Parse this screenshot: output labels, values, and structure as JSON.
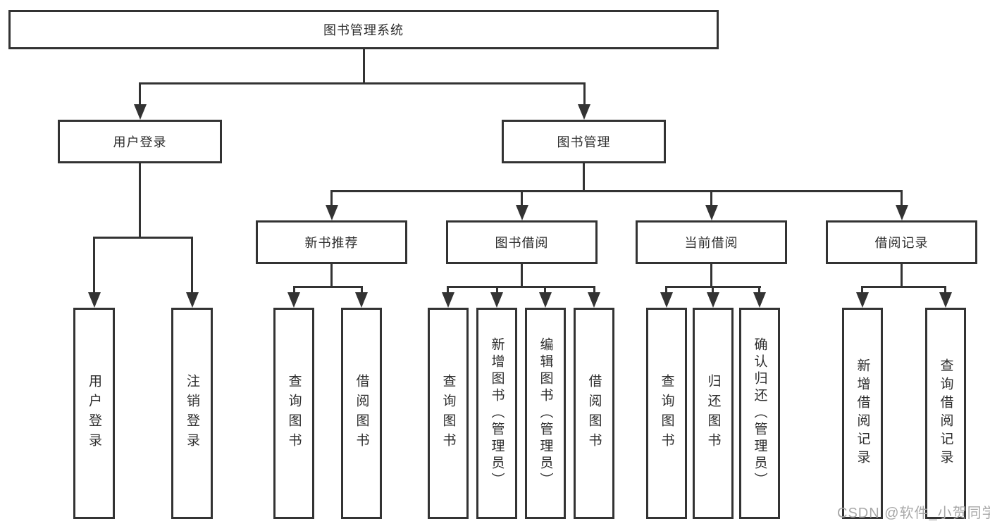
{
  "diagram": {
    "root": {
      "label": "图书管理系统"
    },
    "level1": [
      {
        "label": "用户登录",
        "children": [
          "用户登录",
          "注销登录"
        ]
      },
      {
        "label": "图书管理"
      }
    ],
    "level2": [
      {
        "label": "新书推荐",
        "children": [
          "查询图书",
          "借阅图书"
        ]
      },
      {
        "label": "图书借阅",
        "children": [
          "查询图书",
          "新增图书（管理员）",
          "编辑图书（管理员）",
          "借阅图书"
        ]
      },
      {
        "label": "当前借阅",
        "children": [
          "查询图书",
          "归还图书",
          "确认归还（管理员）"
        ]
      },
      {
        "label": "借阅记录",
        "children": [
          "新增借阅记录",
          "查询借阅记录"
        ]
      }
    ],
    "colors": {
      "line": "#333333",
      "text": "#2d2d2d",
      "watermark": "#a8a8a8",
      "background": "#ffffff"
    }
  },
  "watermark": {
    "text": "CSDN @软件_小贺同学"
  }
}
